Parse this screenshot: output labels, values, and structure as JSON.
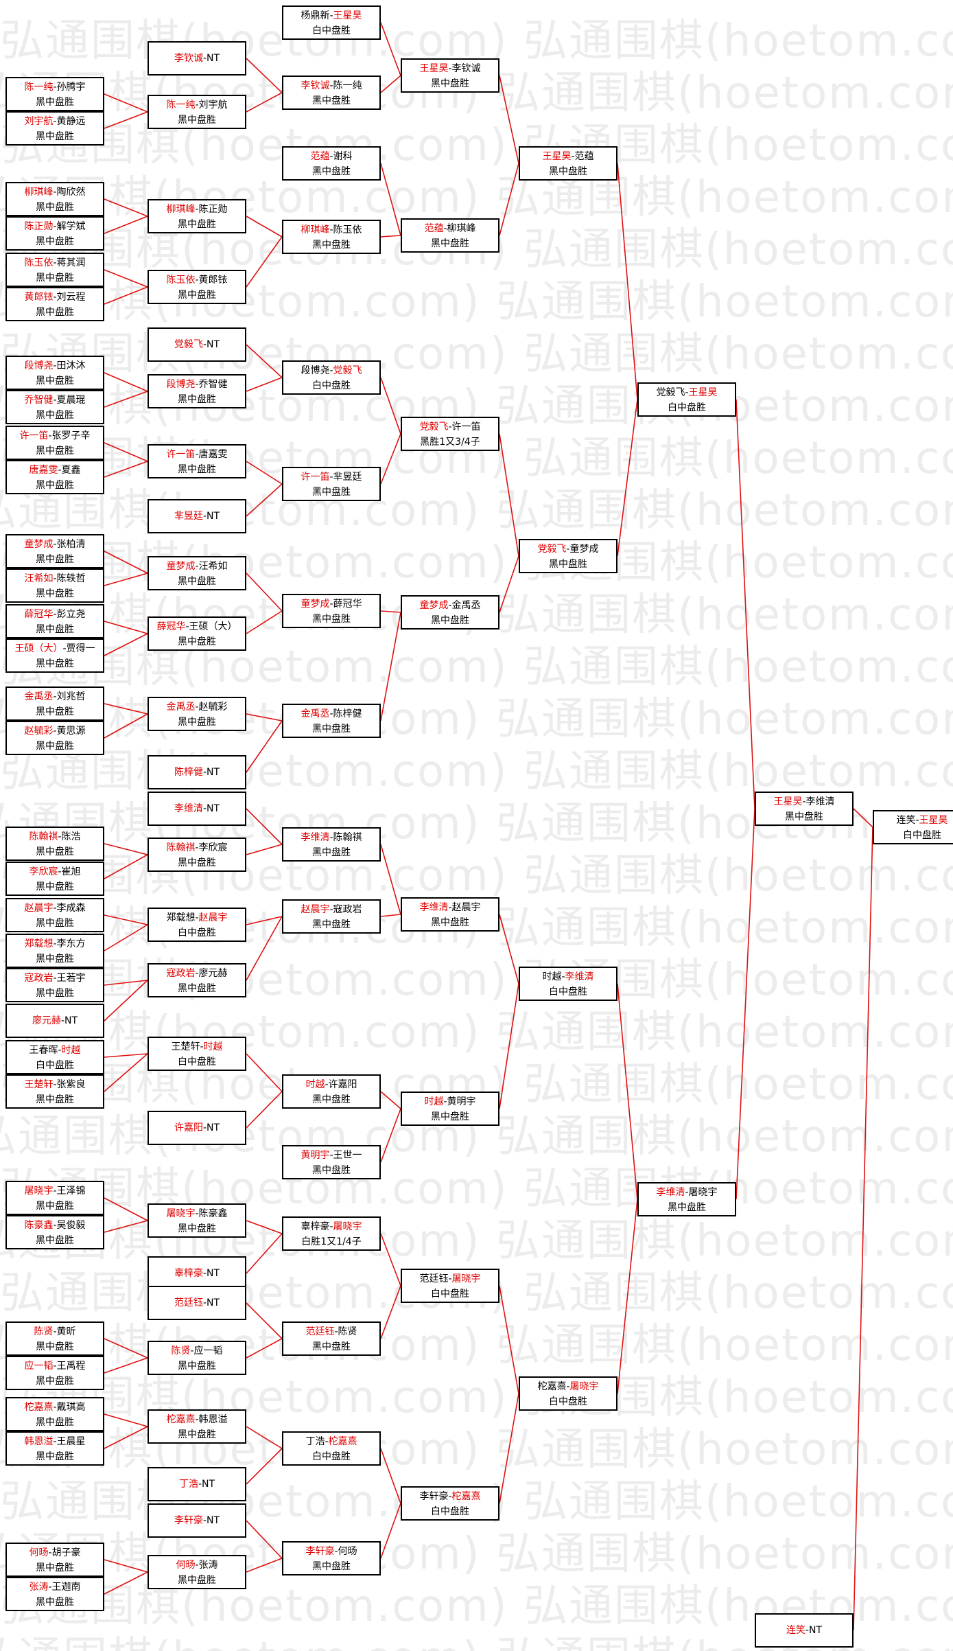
{
  "watermark": "弘通围棋(hoetom.com) 弘通围棋(hoetom.com) 弘通围棋(hoetom.com) 弘通围棋(hoetom.com)",
  "colors": {
    "winner": "#e00000",
    "line": "#e01010",
    "border": "#000000"
  },
  "games": [
    {
      "id": "r0-0",
      "a": "陈一纯",
      "b": "孙腾宇",
      "w": "a",
      "res": "黑中盘胜"
    },
    {
      "id": "r0-1",
      "a": "刘宇航",
      "b": "黄静远",
      "w": "a",
      "res": "黑中盘胜"
    },
    {
      "id": "r0-2",
      "a": "柳琪峰",
      "b": "陶欣然",
      "w": "a",
      "res": "黑中盘胜"
    },
    {
      "id": "r0-3",
      "a": "陈正勋",
      "b": "解学斌",
      "w": "a",
      "res": "黑中盘胜"
    },
    {
      "id": "r0-4",
      "a": "陈玉依",
      "b": "蒋其润",
      "w": "a",
      "res": "黑中盘胜"
    },
    {
      "id": "r0-5",
      "a": "黄郎铱",
      "b": "刘云程",
      "w": "a",
      "res": "黑中盘胜"
    },
    {
      "id": "r0-6",
      "a": "段博尧",
      "b": "田沐沐",
      "w": "a",
      "res": "黑中盘胜"
    },
    {
      "id": "r0-7",
      "a": "乔智健",
      "b": "夏晨琨",
      "w": "a",
      "res": "黑中盘胜"
    },
    {
      "id": "r0-8",
      "a": "许一笛",
      "b": "张罗子辛",
      "w": "a",
      "res": "黑中盘胜"
    },
    {
      "id": "r0-9",
      "a": "唐嘉雯",
      "b": "夏鑫",
      "w": "a",
      "res": "黑中盘胜"
    },
    {
      "id": "r0-10",
      "a": "童梦成",
      "b": "张柏清",
      "w": "a",
      "res": "黑中盘胜"
    },
    {
      "id": "r0-11",
      "a": "汪希如",
      "b": "陈轶哲",
      "w": "a",
      "res": "黑中盘胜"
    },
    {
      "id": "r0-12",
      "a": "薛冠华",
      "b": "彭立尧",
      "w": "a",
      "res": "黑中盘胜"
    },
    {
      "id": "r0-13",
      "a": "王硕（大）",
      "b": "贾得一",
      "w": "a",
      "res": "黑中盘胜"
    },
    {
      "id": "r0-14",
      "a": "金禹丞",
      "b": "刘兆哲",
      "w": "a",
      "res": "黑中盘胜"
    },
    {
      "id": "r0-15",
      "a": "赵毓彩",
      "b": "黄思源",
      "w": "a",
      "res": "黑中盘胜"
    },
    {
      "id": "r0-16",
      "a": "陈翰祺",
      "b": "陈浩",
      "w": "a",
      "res": "黑中盘胜"
    },
    {
      "id": "r0-17",
      "a": "李欣宸",
      "b": "崔旭",
      "w": "a",
      "res": "黑中盘胜"
    },
    {
      "id": "r0-18",
      "a": "赵晨宇",
      "b": "李成森",
      "w": "a",
      "res": "黑中盘胜"
    },
    {
      "id": "r0-19",
      "a": "郑载想",
      "b": "李东方",
      "w": "a",
      "res": "黑中盘胜"
    },
    {
      "id": "r0-20",
      "a": "寇政岩",
      "b": "王若宇",
      "w": "a",
      "res": "黑中盘胜"
    },
    {
      "id": "r0-21",
      "a": "廖元赫",
      "b": "NT",
      "w": "a",
      "res": ""
    },
    {
      "id": "r0-22",
      "a": "王春晖",
      "b": "时越",
      "w": "b",
      "res": "白中盘胜"
    },
    {
      "id": "r0-23",
      "a": "王楚轩",
      "b": "张紫良",
      "w": "a",
      "res": "黑中盘胜"
    },
    {
      "id": "r0-24",
      "a": "屠晓宇",
      "b": "王泽锦",
      "w": "a",
      "res": "黑中盘胜"
    },
    {
      "id": "r0-25",
      "a": "陈豪鑫",
      "b": "吴俊毅",
      "w": "a",
      "res": "黑中盘胜"
    },
    {
      "id": "r0-26",
      "a": "陈贤",
      "b": "黄昕",
      "w": "a",
      "res": "黑中盘胜"
    },
    {
      "id": "r0-27",
      "a": "应一韬",
      "b": "王禹程",
      "w": "a",
      "res": "黑中盘胜"
    },
    {
      "id": "r0-28",
      "a": "柁嘉熹",
      "b": "戴琪高",
      "w": "a",
      "res": "黑中盘胜"
    },
    {
      "id": "r0-29",
      "a": "韩恩溢",
      "b": "王晨星",
      "w": "a",
      "res": "黑中盘胜"
    },
    {
      "id": "r0-30",
      "a": "何旸",
      "b": "胡子豪",
      "w": "a",
      "res": "黑中盘胜"
    },
    {
      "id": "r0-31",
      "a": "张涛",
      "b": "王迦南",
      "w": "a",
      "res": "黑中盘胜"
    },
    {
      "id": "r1-0",
      "a": "李钦诚",
      "b": "NT",
      "w": "a",
      "res": ""
    },
    {
      "id": "r1-1",
      "a": "陈一纯",
      "b": "刘宇航",
      "w": "a",
      "res": "黑中盘胜"
    },
    {
      "id": "r1-2",
      "a": "柳琪峰",
      "b": "陈正勋",
      "w": "a",
      "res": "黑中盘胜"
    },
    {
      "id": "r1-3",
      "a": "陈玉依",
      "b": "黄郎铱",
      "w": "a",
      "res": "黑中盘胜"
    },
    {
      "id": "r1-4",
      "a": "党毅飞",
      "b": "NT",
      "w": "a",
      "res": ""
    },
    {
      "id": "r1-5",
      "a": "段博尧",
      "b": "乔智健",
      "w": "a",
      "res": "黑中盘胜"
    },
    {
      "id": "r1-6",
      "a": "许一笛",
      "b": "唐嘉雯",
      "w": "a",
      "res": "黑中盘胜"
    },
    {
      "id": "r1-7",
      "a": "芈昱廷",
      "b": "NT",
      "w": "a",
      "res": ""
    },
    {
      "id": "r1-8",
      "a": "童梦成",
      "b": "汪希如",
      "w": "a",
      "res": "黑中盘胜"
    },
    {
      "id": "r1-9",
      "a": "薛冠华",
      "b": "王硕（大）",
      "w": "a",
      "res": "黑中盘胜"
    },
    {
      "id": "r1-10",
      "a": "金禹丞",
      "b": "赵毓彩",
      "w": "a",
      "res": "黑中盘胜"
    },
    {
      "id": "r1-11",
      "a": "陈梓健",
      "b": "NT",
      "w": "a",
      "res": ""
    },
    {
      "id": "r1-12",
      "a": "李维清",
      "b": "NT",
      "w": "a",
      "res": ""
    },
    {
      "id": "r1-13",
      "a": "陈翰祺",
      "b": "李欣宸",
      "w": "a",
      "res": "黑中盘胜"
    },
    {
      "id": "r1-14",
      "a": "郑载想",
      "b": "赵晨宇",
      "w": "b",
      "res": "白中盘胜"
    },
    {
      "id": "r1-15",
      "a": "寇政岩",
      "b": "廖元赫",
      "w": "a",
      "res": "黑中盘胜"
    },
    {
      "id": "r1-16",
      "a": "王楚轩",
      "b": "时越",
      "w": "b",
      "res": "白中盘胜"
    },
    {
      "id": "r1-17",
      "a": "许嘉阳",
      "b": "NT",
      "w": "a",
      "res": ""
    },
    {
      "id": "r1-18",
      "a": "屠晓宇",
      "b": "陈豪鑫",
      "w": "a",
      "res": "黑中盘胜"
    },
    {
      "id": "r1-19",
      "a": "辜梓豪",
      "b": "NT",
      "w": "a",
      "res": ""
    },
    {
      "id": "r1-20",
      "a": "范廷钰",
      "b": "NT",
      "w": "a",
      "res": ""
    },
    {
      "id": "r1-21",
      "a": "陈贤",
      "b": "应一韬",
      "w": "a",
      "res": "黑中盘胜"
    },
    {
      "id": "r1-22",
      "a": "柁嘉熹",
      "b": "韩恩溢",
      "w": "a",
      "res": "黑中盘胜"
    },
    {
      "id": "r1-23",
      "a": "丁浩",
      "b": "NT",
      "w": "a",
      "res": ""
    },
    {
      "id": "r1-24",
      "a": "李轩豪",
      "b": "NT",
      "w": "a",
      "res": ""
    },
    {
      "id": "r1-25",
      "a": "何旸",
      "b": "张涛",
      "w": "a",
      "res": "黑中盘胜"
    },
    {
      "id": "r2-0",
      "a": "杨鼎新",
      "b": "王星昊",
      "w": "b",
      "res": "白中盘胜"
    },
    {
      "id": "r2-1",
      "a": "李钦诚",
      "b": "陈一纯",
      "w": "a",
      "res": "黑中盘胜"
    },
    {
      "id": "r2-2",
      "a": "范蕴",
      "b": "谢科",
      "w": "a",
      "res": "黑中盘胜"
    },
    {
      "id": "r2-3",
      "a": "柳琪峰",
      "b": "陈玉依",
      "w": "a",
      "res": "黑中盘胜"
    },
    {
      "id": "r2-4",
      "a": "段博尧",
      "b": "党毅飞",
      "w": "b",
      "res": "白中盘胜"
    },
    {
      "id": "r2-5",
      "a": "许一笛",
      "b": "芈昱廷",
      "w": "a",
      "res": "黑中盘胜"
    },
    {
      "id": "r2-6",
      "a": "童梦成",
      "b": "薛冠华",
      "w": "a",
      "res": "黑中盘胜"
    },
    {
      "id": "r2-7",
      "a": "金禹丞",
      "b": "陈梓健",
      "w": "a",
      "res": "黑中盘胜"
    },
    {
      "id": "r2-8",
      "a": "李维清",
      "b": "陈翰祺",
      "w": "a",
      "res": "黑中盘胜"
    },
    {
      "id": "r2-9",
      "a": "赵晨宇",
      "b": "寇政岩",
      "w": "a",
      "res": "黑中盘胜"
    },
    {
      "id": "r2-10",
      "a": "时越",
      "b": "许嘉阳",
      "w": "a",
      "res": "黑中盘胜"
    },
    {
      "id": "r2-11",
      "a": "黄明宇",
      "b": "王世一",
      "w": "a",
      "res": "黑中盘胜"
    },
    {
      "id": "r2-12",
      "a": "辜梓豪",
      "b": "屠晓宇",
      "w": "b",
      "res": "白胜1又1/4子"
    },
    {
      "id": "r2-13",
      "a": "范廷钰",
      "b": "陈贤",
      "w": "a",
      "res": "黑中盘胜"
    },
    {
      "id": "r2-14",
      "a": "丁浩",
      "b": "柁嘉熹",
      "w": "b",
      "res": "白中盘胜"
    },
    {
      "id": "r2-15",
      "a": "李轩豪",
      "b": "何旸",
      "w": "a",
      "res": "黑中盘胜"
    },
    {
      "id": "r3-0",
      "a": "王星昊",
      "b": "李钦诚",
      "w": "a",
      "res": "黑中盘胜"
    },
    {
      "id": "r3-1",
      "a": "范蕴",
      "b": "柳琪峰",
      "w": "a",
      "res": "黑中盘胜"
    },
    {
      "id": "r3-2",
      "a": "党毅飞",
      "b": "许一笛",
      "w": "a",
      "res": "黑胜1又3/4子"
    },
    {
      "id": "r3-3",
      "a": "童梦成",
      "b": "金禹丞",
      "w": "a",
      "res": "黑中盘胜"
    },
    {
      "id": "r3-4",
      "a": "李维清",
      "b": "赵晨宇",
      "w": "a",
      "res": "黑中盘胜"
    },
    {
      "id": "r3-5",
      "a": "时越",
      "b": "黄明宇",
      "w": "a",
      "res": "黑中盘胜"
    },
    {
      "id": "r3-6",
      "a": "范廷钰",
      "b": "屠晓宇",
      "w": "b",
      "res": "白中盘胜"
    },
    {
      "id": "r3-7",
      "a": "李轩豪",
      "b": "柁嘉熹",
      "w": "b",
      "res": "白中盘胜"
    },
    {
      "id": "r4-0",
      "a": "王星昊",
      "b": "范蕴",
      "w": "a",
      "res": "黑中盘胜"
    },
    {
      "id": "r4-1",
      "a": "党毅飞",
      "b": "童梦成",
      "w": "a",
      "res": "黑中盘胜"
    },
    {
      "id": "r4-2",
      "a": "时越",
      "b": "李维清",
      "w": "b",
      "res": "白中盘胜"
    },
    {
      "id": "r4-3",
      "a": "柁嘉熹",
      "b": "屠晓宇",
      "w": "b",
      "res": "白中盘胜"
    },
    {
      "id": "r5-0",
      "a": "党毅飞",
      "b": "王星昊",
      "w": "b",
      "res": "白中盘胜"
    },
    {
      "id": "r5-1",
      "a": "李维清",
      "b": "屠晓宇",
      "w": "a",
      "res": "黑中盘胜"
    },
    {
      "id": "r6-0",
      "a": "王星昊",
      "b": "李维清",
      "w": "a",
      "res": "黑中盘胜"
    },
    {
      "id": "r6-1",
      "a": "连笑",
      "b": "NT",
      "w": "a",
      "res": ""
    },
    {
      "id": "r7-0",
      "a": "连笑",
      "b": "王星昊",
      "w": "b",
      "res": "白中盘胜"
    }
  ]
}
